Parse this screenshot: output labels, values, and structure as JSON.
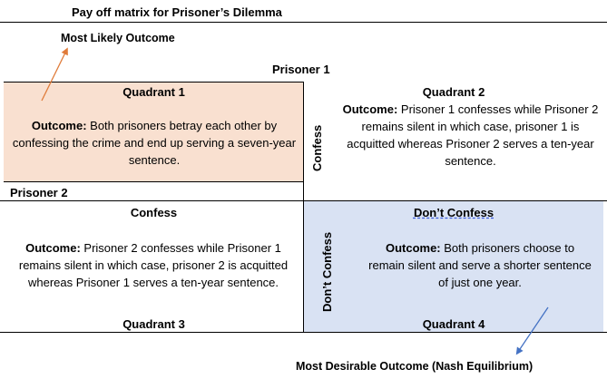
{
  "title": "Pay off matrix for Prisoner’s Dilemma",
  "annotations": {
    "most_likely": "Most Likely Outcome",
    "most_desirable": "Most Desirable Outcome (Nash Equilibrium)"
  },
  "axes": {
    "prisoner1": "Prisoner 1",
    "prisoner2": "Prisoner 2",
    "confess_vertical": "Confess",
    "dont_confess_vertical": "Don’t Confess"
  },
  "quadrants": {
    "q1": {
      "title": "Quadrant 1",
      "label": "Outcome:",
      "text": " Both prisoners betray each other by confessing the crime and end up serving a seven-year sentence."
    },
    "q2": {
      "title": "Quadrant 2",
      "label": "Outcome:",
      "text": " Prisoner 1 confesses while Prisoner 2 remains silent in which case, prisoner 1 is acquitted whereas Prisoner 2 serves a ten-year sentence."
    },
    "q3": {
      "header": "Confess",
      "title": "Quadrant 3",
      "label": "Outcome:",
      "text": " Prisoner 2 confesses while Prisoner 1 remains silent in which case, prisoner 2 is acquitted whereas Prisoner 1 serves a ten-year sentence."
    },
    "q4": {
      "header": "Don’t Confess",
      "title": "Quadrant 4",
      "label": "Outcome:",
      "text": " Both prisoners choose to remain silent and serve a shorter sentence of just one year."
    }
  },
  "colors": {
    "q1_fill": "#f9e0d0",
    "q4_fill": "#d9e2f3",
    "arrow_q1": "#e07b39",
    "arrow_q4": "#4472c4"
  }
}
